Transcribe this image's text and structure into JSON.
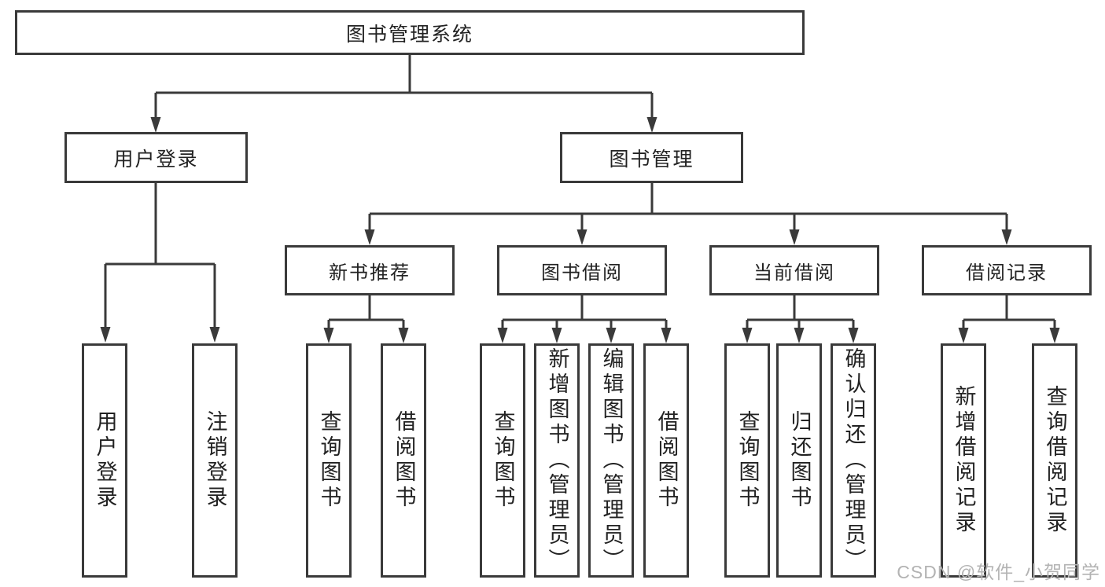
{
  "diagram": {
    "root": {
      "label": "图书管理系统"
    },
    "level2": [
      {
        "label": "用户登录"
      },
      {
        "label": "图书管理"
      }
    ],
    "level3": [
      {
        "label": "新书推荐"
      },
      {
        "label": "图书借阅"
      },
      {
        "label": "当前借阅"
      },
      {
        "label": "借阅记录"
      }
    ],
    "leaves": [
      {
        "label": "用户登录"
      },
      {
        "label": "注销登录"
      },
      {
        "label": "查询图书"
      },
      {
        "label": "借阅图书"
      },
      {
        "label": "查询图书"
      },
      {
        "label": "新增图书（管理员）"
      },
      {
        "label": "编辑图书（管理员）"
      },
      {
        "label": "借阅图书"
      },
      {
        "label": "查询图书"
      },
      {
        "label": "归还图书"
      },
      {
        "label": "确认归还（管理员）"
      },
      {
        "label": "新增借阅记录"
      },
      {
        "label": "查询借阅记录"
      }
    ]
  },
  "watermark": {
    "text": "CSDN @软件_小贺同学"
  },
  "colors": {
    "line": "#3a3a3a",
    "text": "#222222",
    "watermark": "#b3b3b3"
  }
}
